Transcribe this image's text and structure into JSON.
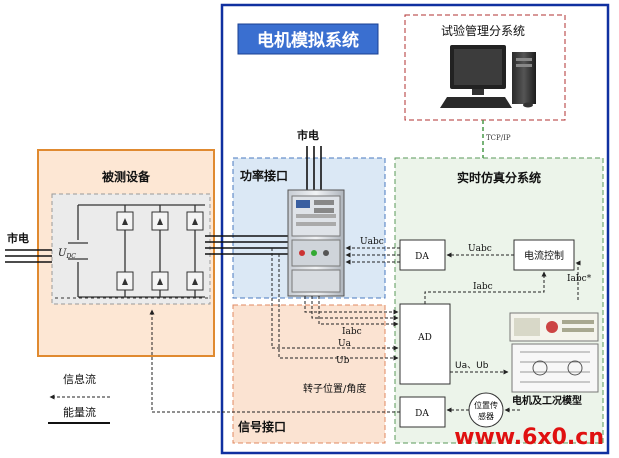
{
  "title": "电机模拟系统",
  "test_mgmt": "试验管理分系统",
  "tcpip": "TCP/IP",
  "power_interface": "功率接口",
  "signal_interface": "信号接口",
  "realtime_sim": "实时仿真分系统",
  "dut": "被测设备",
  "grid_left": "市电",
  "grid_top": "市电",
  "dc_voltage": "U",
  "dc_voltage_sub": "DC",
  "da_top": "DA",
  "current_control": "电流控制",
  "ad": "AD",
  "da_bottom": "DA",
  "position_sensor_line1": "位置传",
  "position_sensor_line2": "感器",
  "motor_model": "电机及工况模型",
  "sig_uabc_1": "Uabc",
  "sig_uabc_2": "Uabc",
  "sig_iabc_star": "Iabc*",
  "sig_iabc_1": "Iabc",
  "sig_iabc_2": "Iabc",
  "sig_ua": "Ua",
  "sig_ub": "Ub",
  "sig_ua_ub": "Ua、Ub",
  "rotor_pos": "转子位置/角度",
  "legend_info": "信息流",
  "legend_energy": "能量流",
  "watermark": "www.6x0.cn",
  "colors": {
    "frame_blue": "#1030a0",
    "title_fill": "#3a6fd0",
    "dut_orange": "#e08a30",
    "mgmt_red": "#b03030",
    "sim_green": "#5a9a5a",
    "power_bg": "#dbe8f5",
    "signal_bg": "#fbe3d2",
    "sim_bg": "#ecf4ea",
    "watermark_red": "#e01010"
  }
}
